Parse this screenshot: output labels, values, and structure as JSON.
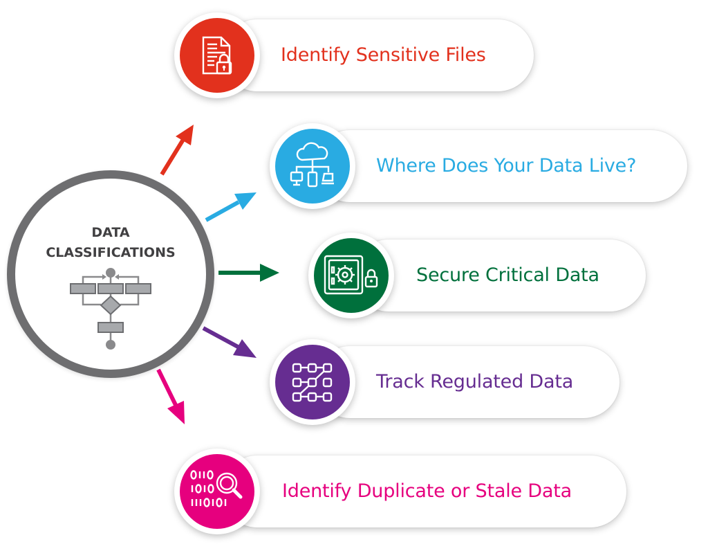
{
  "hub": {
    "title_line1": "DATA",
    "title_line2": "CLASSIFICATIONS",
    "icon": "flowchart-icon",
    "border_color": "#6e6e70"
  },
  "items": [
    {
      "label": "Identify Sensitive Files",
      "icon": "locked-document-icon",
      "color": "#e2311d"
    },
    {
      "label": "Where Does Your Data Live?",
      "icon": "cloud-network-icon",
      "color": "#29abe2"
    },
    {
      "label": "Secure Critical Data",
      "icon": "vault-safe-icon",
      "color": "#00703c"
    },
    {
      "label": "Track Regulated Data",
      "icon": "node-path-icon",
      "color": "#662d91"
    },
    {
      "label": "Identify Duplicate or Stale Data",
      "icon": "binary-search-icon",
      "color": "#e6007e"
    }
  ]
}
